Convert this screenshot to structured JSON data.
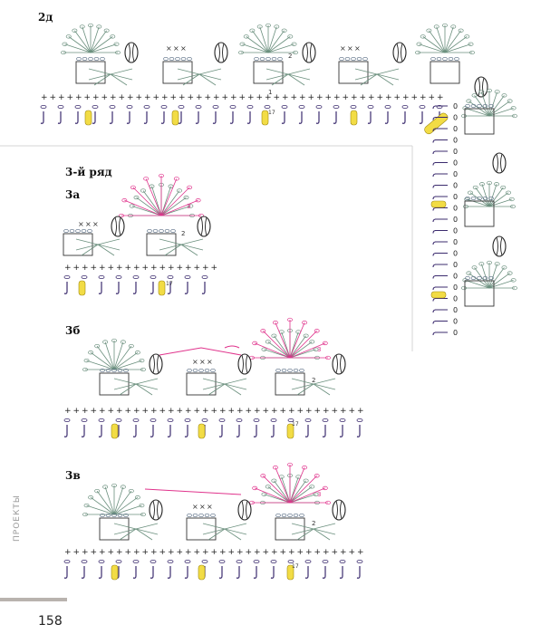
{
  "page": {
    "number": "158",
    "section_label": "ПРОЕКТЫ"
  },
  "diagram": {
    "labels": {
      "row2d": "2д",
      "row3": "3-й ряд",
      "row3a": "3а",
      "row3b": "3б",
      "row3v": "3в"
    },
    "markers": {
      "one": "1",
      "seventeen": "17",
      "two": "2",
      "three": "3",
      "zero": "0"
    },
    "colors": {
      "stitch": "#5b6f86",
      "fan": "#6a8f7d",
      "pink": "#e0338c",
      "yellow": "#f2dc45",
      "chain": "#3b2b6e",
      "line": "#333333"
    }
  }
}
